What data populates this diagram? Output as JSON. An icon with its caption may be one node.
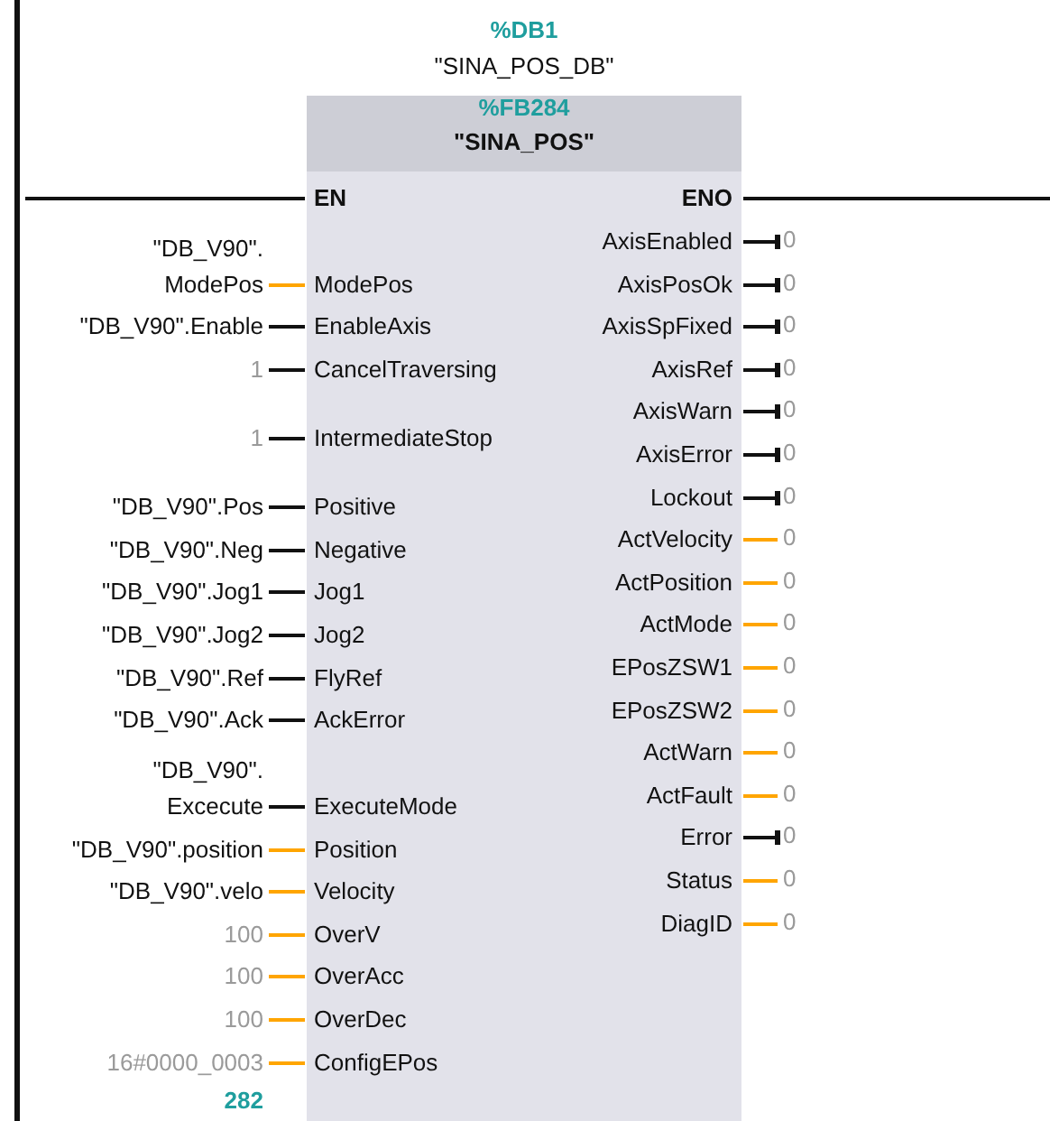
{
  "diagram": {
    "nodes": [
      {
        "text": [],
        "shape": "bar"
      },
      {
        "text": [
          "%FB284",
          "\"SINA_POS\""
        ],
        "beside": [
          "%DB1",
          "\"SINA_POS_DB\""
        ]
      },
      {
        "text": [
          "EN"
        ],
        "in": 1
      },
      {
        "text": [
          "ENO"
        ],
        "in": 1
      },
      {
        "text": [
          "ModePos"
        ],
        "in": 1
      },
      {
        "text": [
          "EnableAxis"
        ],
        "in": 1
      },
      {
        "text": [
          "CancelTraversing"
        ],
        "in": 1
      },
      {
        "text": [
          "IntermediateStop"
        ],
        "in": 1
      },
      {
        "text": [
          "Positive"
        ],
        "in": 1
      },
      {
        "text": [
          "Negative"
        ],
        "in": 1
      },
      {
        "text": [
          "Jog1"
        ],
        "in": 1
      },
      {
        "text": [
          "Jog2"
        ],
        "in": 1
      },
      {
        "text": [
          "FlyRef"
        ],
        "in": 1
      },
      {
        "text": [
          "AckError"
        ],
        "in": 1
      },
      {
        "text": [
          "ExecuteMode"
        ],
        "in": 1
      },
      {
        "text": [
          "Position"
        ],
        "in": 1
      },
      {
        "text": [
          "Velocity"
        ],
        "in": 1
      },
      {
        "text": [
          "OverV"
        ],
        "in": 1
      },
      {
        "text": [
          "OverAcc"
        ],
        "in": 1
      },
      {
        "text": [
          "OverDec"
        ],
        "in": 1
      },
      {
        "text": [
          "ConfigEPos"
        ],
        "in": 1
      },
      {
        "text": [
          "AxisEnabled"
        ],
        "in": 1
      },
      {
        "text": [
          "AxisPosOk"
        ],
        "in": 1
      },
      {
        "text": [
          "AxisSpFixed"
        ],
        "in": 1
      },
      {
        "text": [
          "AxisRef"
        ],
        "in": 1
      },
      {
        "text": [
          "AxisWarn"
        ],
        "in": 1
      },
      {
        "text": [
          "AxisError"
        ],
        "in": 1
      },
      {
        "text": [
          "Lockout"
        ],
        "in": 1
      },
      {
        "text": [
          "ActVelocity"
        ],
        "in": 1
      },
      {
        "text": [
          "ActPosition"
        ],
        "in": 1
      },
      {
        "text": [
          "ActMode"
        ],
        "in": 1
      },
      {
        "text": [
          "EPosZSW1"
        ],
        "in": 1
      },
      {
        "text": [
          "EPosZSW2"
        ],
        "in": 1
      },
      {
        "text": [
          "ActWarn"
        ],
        "in": 1
      },
      {
        "text": [
          "ActFault"
        ],
        "in": 1
      },
      {
        "text": [
          "Error"
        ],
        "in": 1
      },
      {
        "text": [
          "Status"
        ],
        "in": 1
      },
      {
        "text": [
          "DiagID"
        ],
        "in": 1
      },
      {
        "text": [
          "\"DB_V90\". ModePos"
        ]
      },
      {
        "text": [
          "\"DB_V90\".Enable"
        ]
      },
      {
        "text": [
          "1"
        ]
      },
      {
        "text": [
          "1"
        ]
      },
      {
        "text": [
          "\"DB_V90\".Pos"
        ]
      },
      {
        "text": [
          "\"DB_V90\".Neg"
        ]
      },
      {
        "text": [
          "\"DB_V90\".Jog1"
        ]
      },
      {
        "text": [
          "\"DB_V90\".Jog2"
        ]
      },
      {
        "text": [
          "\"DB_V90\".Ref"
        ]
      },
      {
        "text": [
          "\"DB_V90\".Ack"
        ]
      },
      {
        "text": [
          "\"DB_V90\". Excecute"
        ]
      },
      {
        "text": [
          "\"DB_V90\".position"
        ]
      },
      {
        "text": [
          "\"DB_V90\".velo"
        ]
      },
      {
        "text": [
          "100"
        ]
      },
      {
        "text": [
          "100"
        ]
      },
      {
        "text": [
          "100"
        ]
      },
      {
        "text": [
          "16#0000_0003"
        ]
      },
      {
        "text": [
          "0"
        ]
      },
      {
        "text": [
          "0"
        ]
      },
      {
        "text": [
          "0"
        ]
      },
      {
        "text": [
          "0"
        ]
      },
      {
        "text": [
          "0"
        ]
      },
      {
        "text": [
          "0"
        ]
      },
      {
        "text": [
          "0"
        ]
      },
      {
        "text": [
          "0"
        ]
      },
      {
        "text": [
          "0"
        ]
      },
      {
        "text": [
          "0"
        ]
      },
      {
        "text": [
          "0"
        ]
      },
      {
        "text": [
          "0"
        ]
      },
      {
        "text": [
          "0"
        ]
      },
      {
        "text": [
          "0"
        ]
      },
      {
        "text": [
          "0"
        ]
      },
      {
        "text": [
          "0"
        ]
      },
      {
        "text": [
          "0"
        ]
      }
    ],
    "edges": [
      {
        "from": 0,
        "to": 2,
        "arrow": "none"
      },
      {
        "from": 3,
        "to": null,
        "arrow": "none"
      },
      {
        "from": 38,
        "to": 4,
        "arrow": "none",
        "color": "#ffa500"
      },
      {
        "from": 39,
        "to": 5,
        "arrow": "none"
      },
      {
        "from": 40,
        "to": 6,
        "arrow": "none"
      },
      {
        "from": 41,
        "to": 7,
        "arrow": "none"
      },
      {
        "from": 42,
        "to": 8,
        "arrow": "none"
      },
      {
        "from": 43,
        "to": 9,
        "arrow": "none"
      },
      {
        "from": 44,
        "to": 10,
        "arrow": "none"
      },
      {
        "from": 45,
        "to": 11,
        "arrow": "none"
      },
      {
        "from": 46,
        "to": 12,
        "arrow": "none"
      },
      {
        "from": 47,
        "to": 13,
        "arrow": "none"
      },
      {
        "from": 48,
        "to": 14,
        "arrow": "none"
      },
      {
        "from": 49,
        "to": 15,
        "arrow": "none",
        "color": "#ffa500"
      },
      {
        "from": 50,
        "to": 16,
        "arrow": "none",
        "color": "#ffa500"
      },
      {
        "from": 51,
        "to": 17,
        "arrow": "none",
        "color": "#ffa500"
      },
      {
        "from": 52,
        "to": 18,
        "arrow": "none",
        "color": "#ffa500"
      },
      {
        "from": 53,
        "to": 19,
        "arrow": "none",
        "color": "#ffa500"
      },
      {
        "from": 54,
        "to": 20,
        "arrow": "none",
        "color": "#ffa500"
      },
      {
        "from": 21,
        "to": 55,
        "arrow": "other"
      },
      {
        "from": 22,
        "to": 56,
        "arrow": "other"
      },
      {
        "from": 23,
        "to": 57,
        "arrow": "other"
      },
      {
        "from": 24,
        "to": 58,
        "arrow": "other"
      },
      {
        "from": 25,
        "to": 59,
        "arrow": "other"
      },
      {
        "from": 26,
        "to": 60,
        "arrow": "other"
      },
      {
        "from": 27,
        "to": 61,
        "arrow": "other"
      },
      {
        "from": 28,
        "to": 62,
        "arrow": "none",
        "color": "#ffa500"
      },
      {
        "from": 29,
        "to": 63,
        "arrow": "none",
        "color": "#ffa500"
      },
      {
        "from": 30,
        "to": 64,
        "arrow": "none",
        "color": "#ffa500"
      },
      {
        "from": 31,
        "to": 65,
        "arrow": "none",
        "color": "#ffa500"
      },
      {
        "from": 32,
        "to": 66,
        "arrow": "none",
        "color": "#ffa500"
      },
      {
        "from": 33,
        "to": 67,
        "arrow": "none",
        "color": "#ffa500"
      },
      {
        "from": 34,
        "to": 68,
        "arrow": "none",
        "color": "#ffa500"
      },
      {
        "from": 35,
        "to": 69,
        "arrow": "other"
      },
      {
        "from": 36,
        "to": 70,
        "arrow": "none",
        "color": "#ffa500"
      },
      {
        "from": 37,
        "to": 71,
        "arrow": "none",
        "color": "#ffa500"
      }
    ],
    "labels": [
      "282"
    ]
  }
}
